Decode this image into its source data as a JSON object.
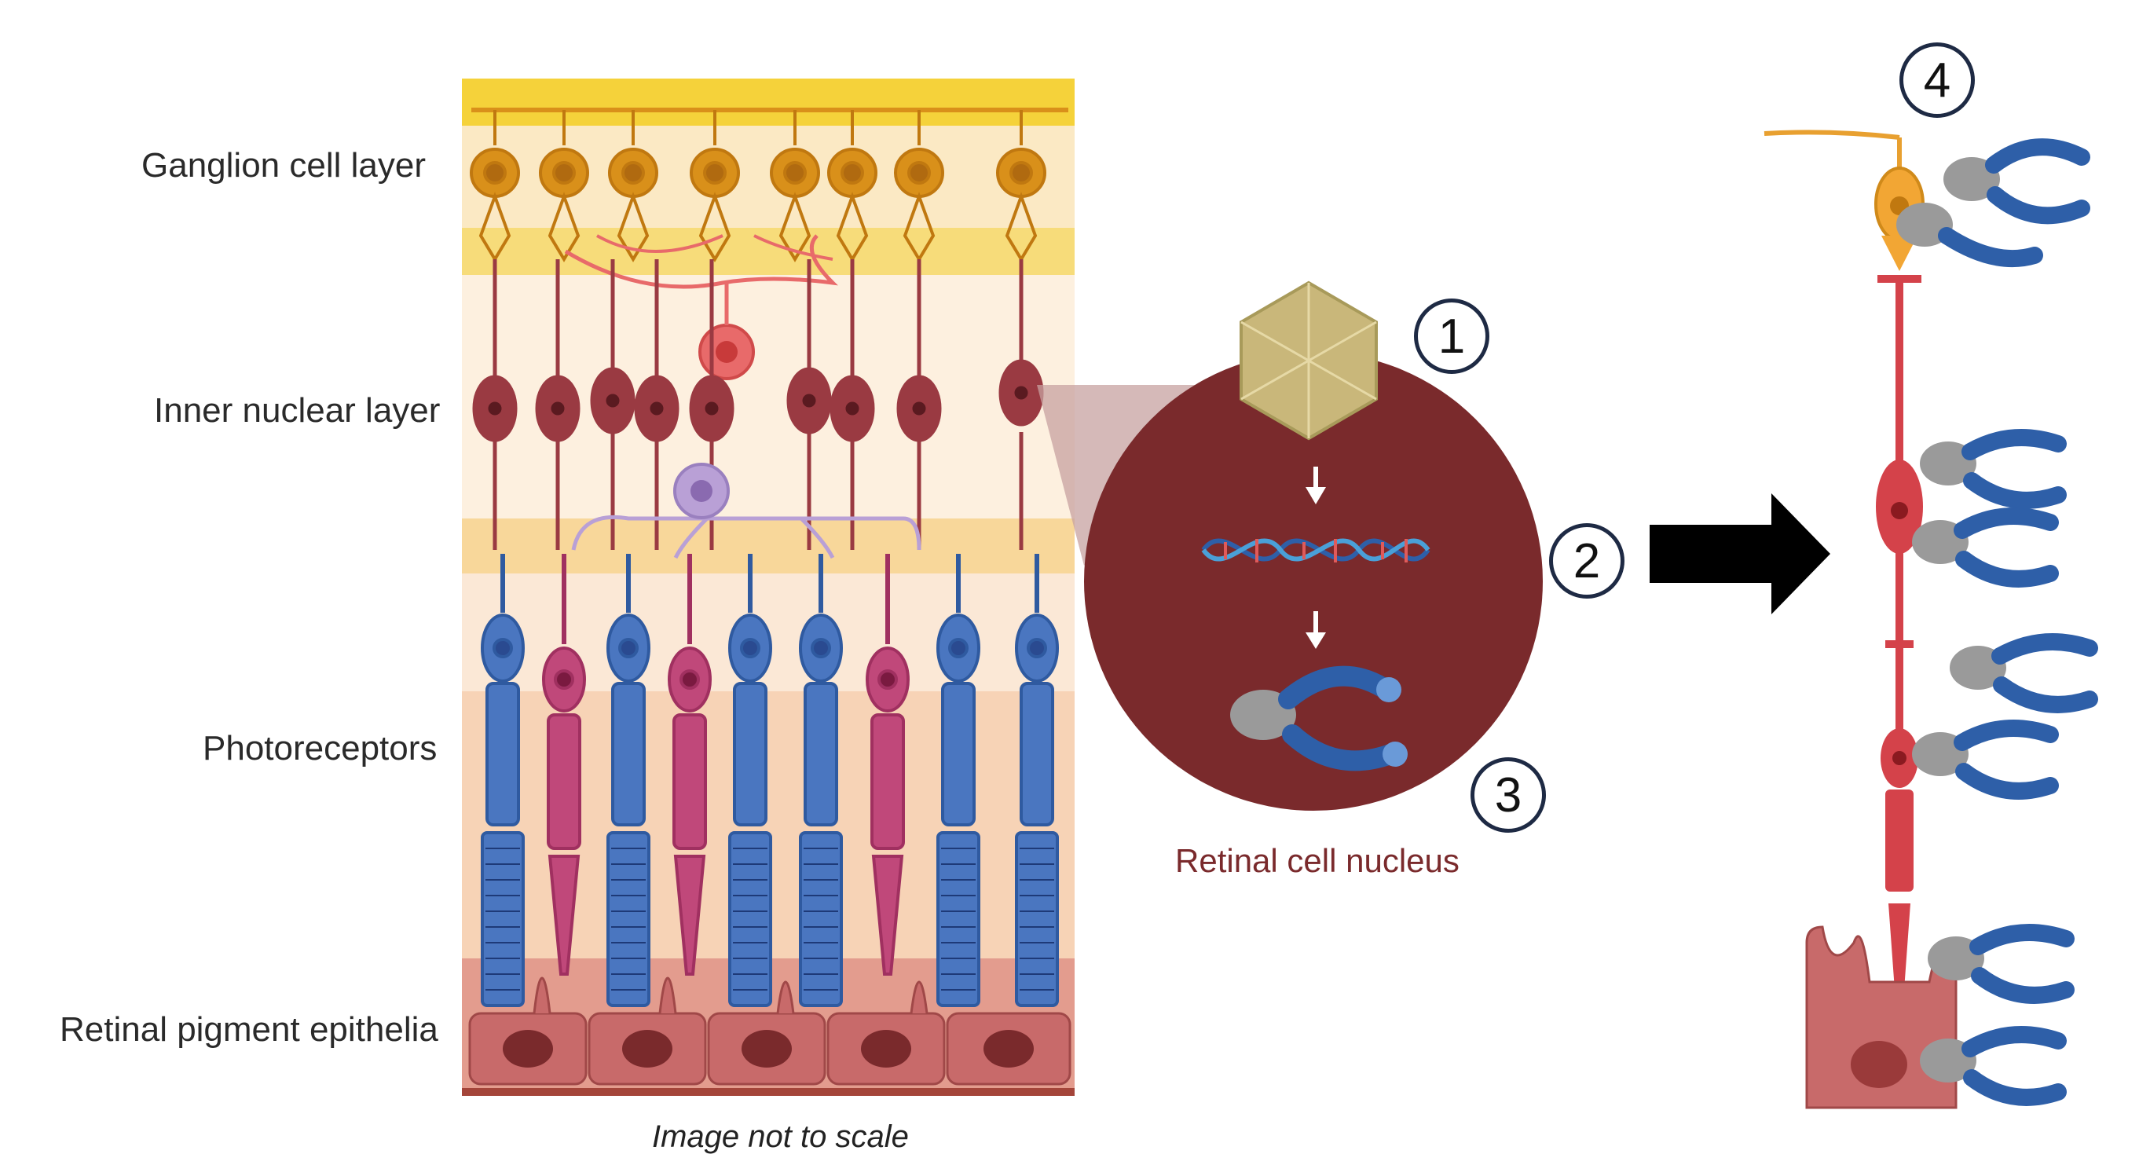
{
  "layers": [
    {
      "label": "Ganglion cell layer"
    },
    {
      "label": "Inner nuclear layer"
    },
    {
      "label": "Photoreceptors"
    },
    {
      "label": "Retinal pigment epithelia"
    }
  ],
  "caption": "Image not to scale",
  "nucleus_label": "Retinal cell nucleus",
  "steps": [
    "1",
    "2",
    "3",
    "4"
  ],
  "colors": {
    "ganglion": "#d9901a",
    "bipolar": "#9a3a42",
    "rod": "#4a76c0",
    "cone": "#c0487a",
    "amacrine": "#e86a6a",
    "horizontal": "#b9a0d6",
    "nucleus": "#7a2a2c",
    "rpe": "#c86a6a",
    "capsid": "#c9b77a",
    "protein_gray": "#9a9a9a",
    "protein_blue": "#2e5fa8"
  },
  "icons": [
    "aav-capsid-icon",
    "dna-icon",
    "arrow-down-icon",
    "protein-complex-icon",
    "right-arrow-icon"
  ]
}
